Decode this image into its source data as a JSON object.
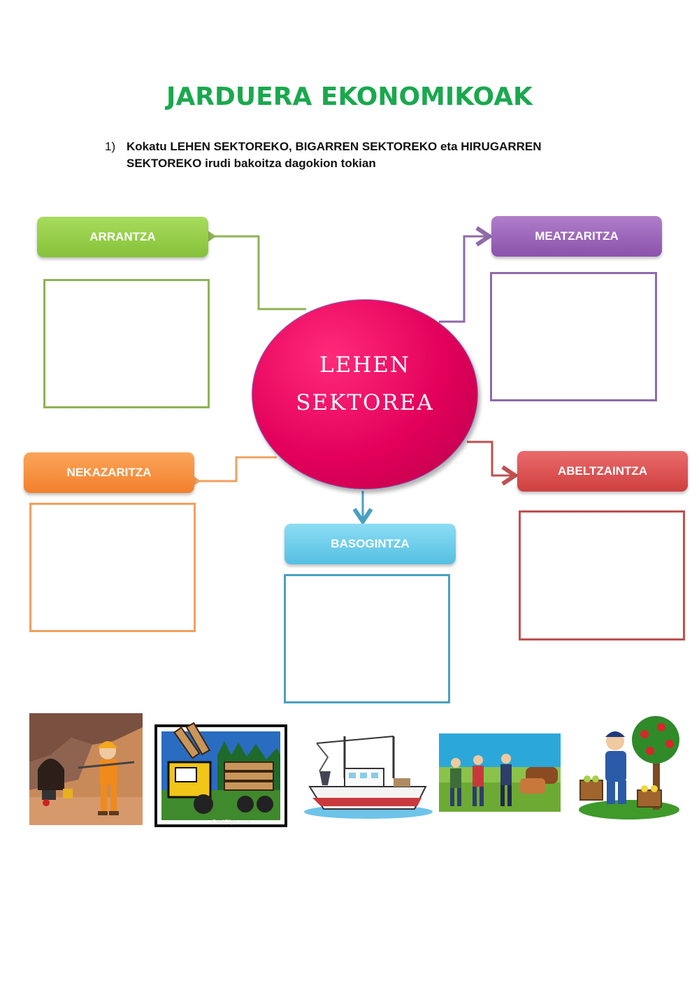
{
  "title": "JARDUERA EKONOMIKOAK",
  "instruction": {
    "number": "1)",
    "text": "Kokatu LEHEN SEKTOREKO, BIGARREN SEKTOREKO eta HIRUGARREN SEKTOREKO irudi bakoitza dagokion tokian"
  },
  "center": {
    "line1": "LEHEN",
    "line2": "SEKTOREA",
    "color": "#e2005a"
  },
  "categories": [
    {
      "label": "ARRANTZA",
      "color": "#92cc45",
      "border": "#8fb356"
    },
    {
      "label": "MEATZARITZA",
      "color": "#9a62b8",
      "border": "#8f6aa8"
    },
    {
      "label": "NEKAZARITZA",
      "color": "#f79140",
      "border": "#f0a060"
    },
    {
      "label": "ABELTZAINTZA",
      "color": "#de5050",
      "border": "#c05050"
    },
    {
      "label": "BASOGINTZA",
      "color": "#6acdea",
      "border": "#4aa0c0"
    }
  ],
  "images": [
    {
      "name": "miner-icon",
      "caption": ""
    },
    {
      "name": "log-truck-icon",
      "caption": "CoolClips.com"
    },
    {
      "name": "fishing-boat-icon",
      "caption": ""
    },
    {
      "name": "farmers-cows-icon",
      "caption": ""
    },
    {
      "name": "apple-picker-icon",
      "caption": ""
    }
  ]
}
